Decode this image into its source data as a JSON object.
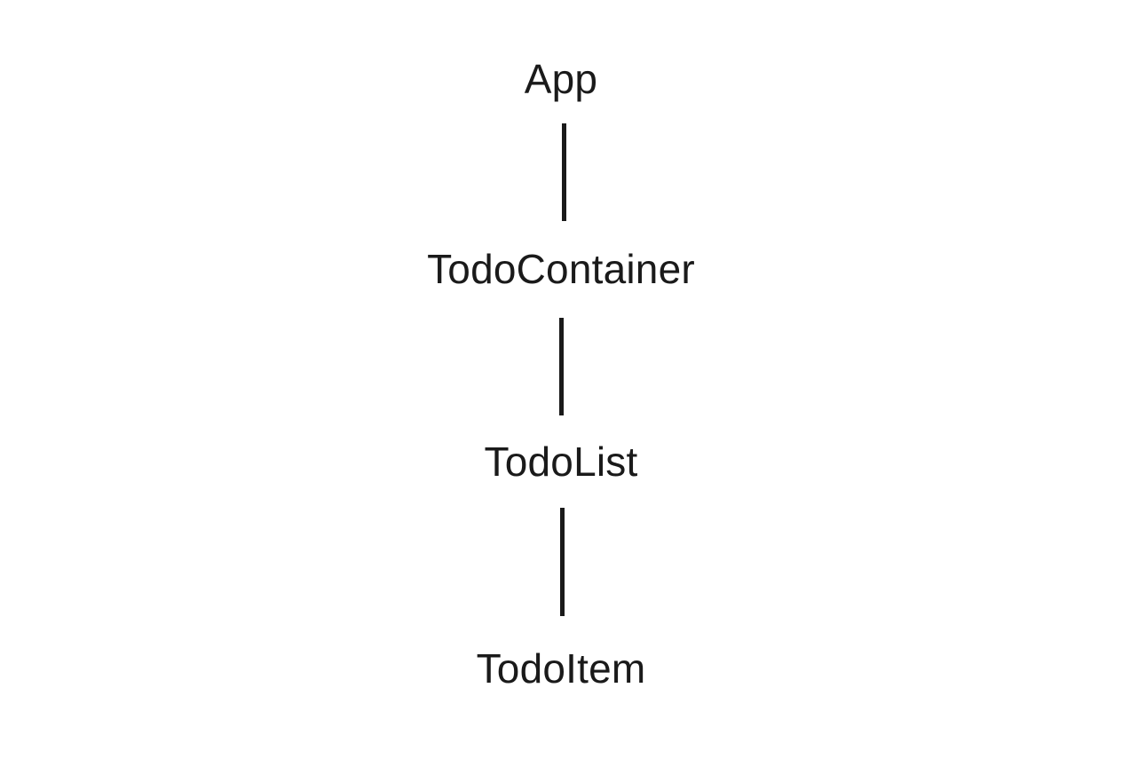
{
  "diagram": {
    "type": "component-hierarchy-tree",
    "orientation": "vertical-top-down",
    "background_color": "#ffffff",
    "text_color": "#1a1a1a",
    "edge_color": "#1a1a1a",
    "nodes": [
      {
        "id": "app",
        "label": "App"
      },
      {
        "id": "todocontainer",
        "label": "TodoContainer"
      },
      {
        "id": "todolist",
        "label": "TodoList"
      },
      {
        "id": "todoitem",
        "label": "TodoItem"
      }
    ],
    "edges": [
      {
        "from": "app",
        "to": "todocontainer"
      },
      {
        "from": "todocontainer",
        "to": "todolist"
      },
      {
        "from": "todolist",
        "to": "todoitem"
      }
    ]
  }
}
